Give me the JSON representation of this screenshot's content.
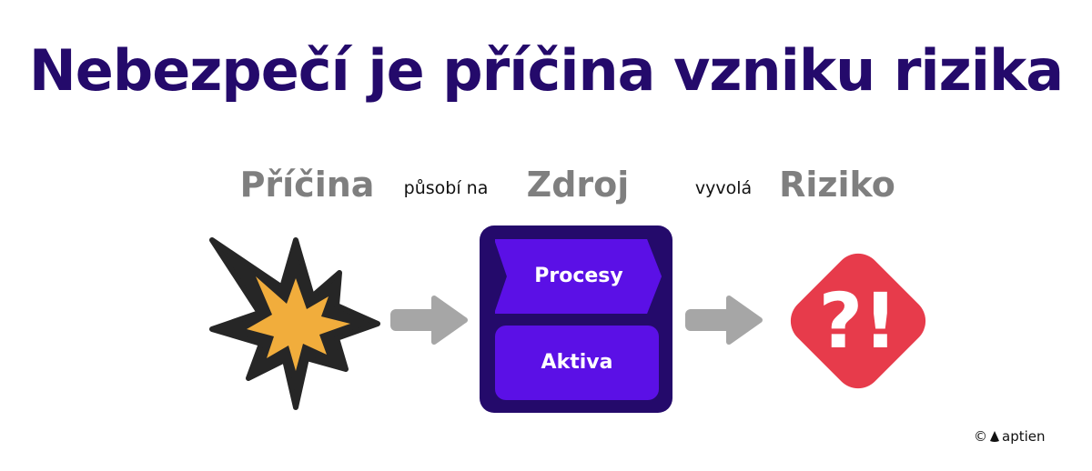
{
  "title": "Nebezpečí je příčina vzniku rizika",
  "nodes": {
    "cause": {
      "label": "Příčina"
    },
    "source": {
      "label": "Zdroj",
      "parts": [
        "Procesy",
        "Aktiva"
      ]
    },
    "risk": {
      "label": "Riziko",
      "symbol": "?!"
    }
  },
  "edges": {
    "cause_to_source": "působí na",
    "source_to_risk": "vyvolá"
  },
  "brand": {
    "copyright": "©",
    "name": "aptien"
  },
  "colors": {
    "title": "#240a6b",
    "label_gray": "#7f7f7f",
    "arrow_gray": "#a6a6a6",
    "explosion_outer": "#262626",
    "explosion_inner": "#f1ad3c",
    "source_box": "#240a6b",
    "part_fill": "#5b10e6",
    "risk_red": "#e73b4b"
  }
}
